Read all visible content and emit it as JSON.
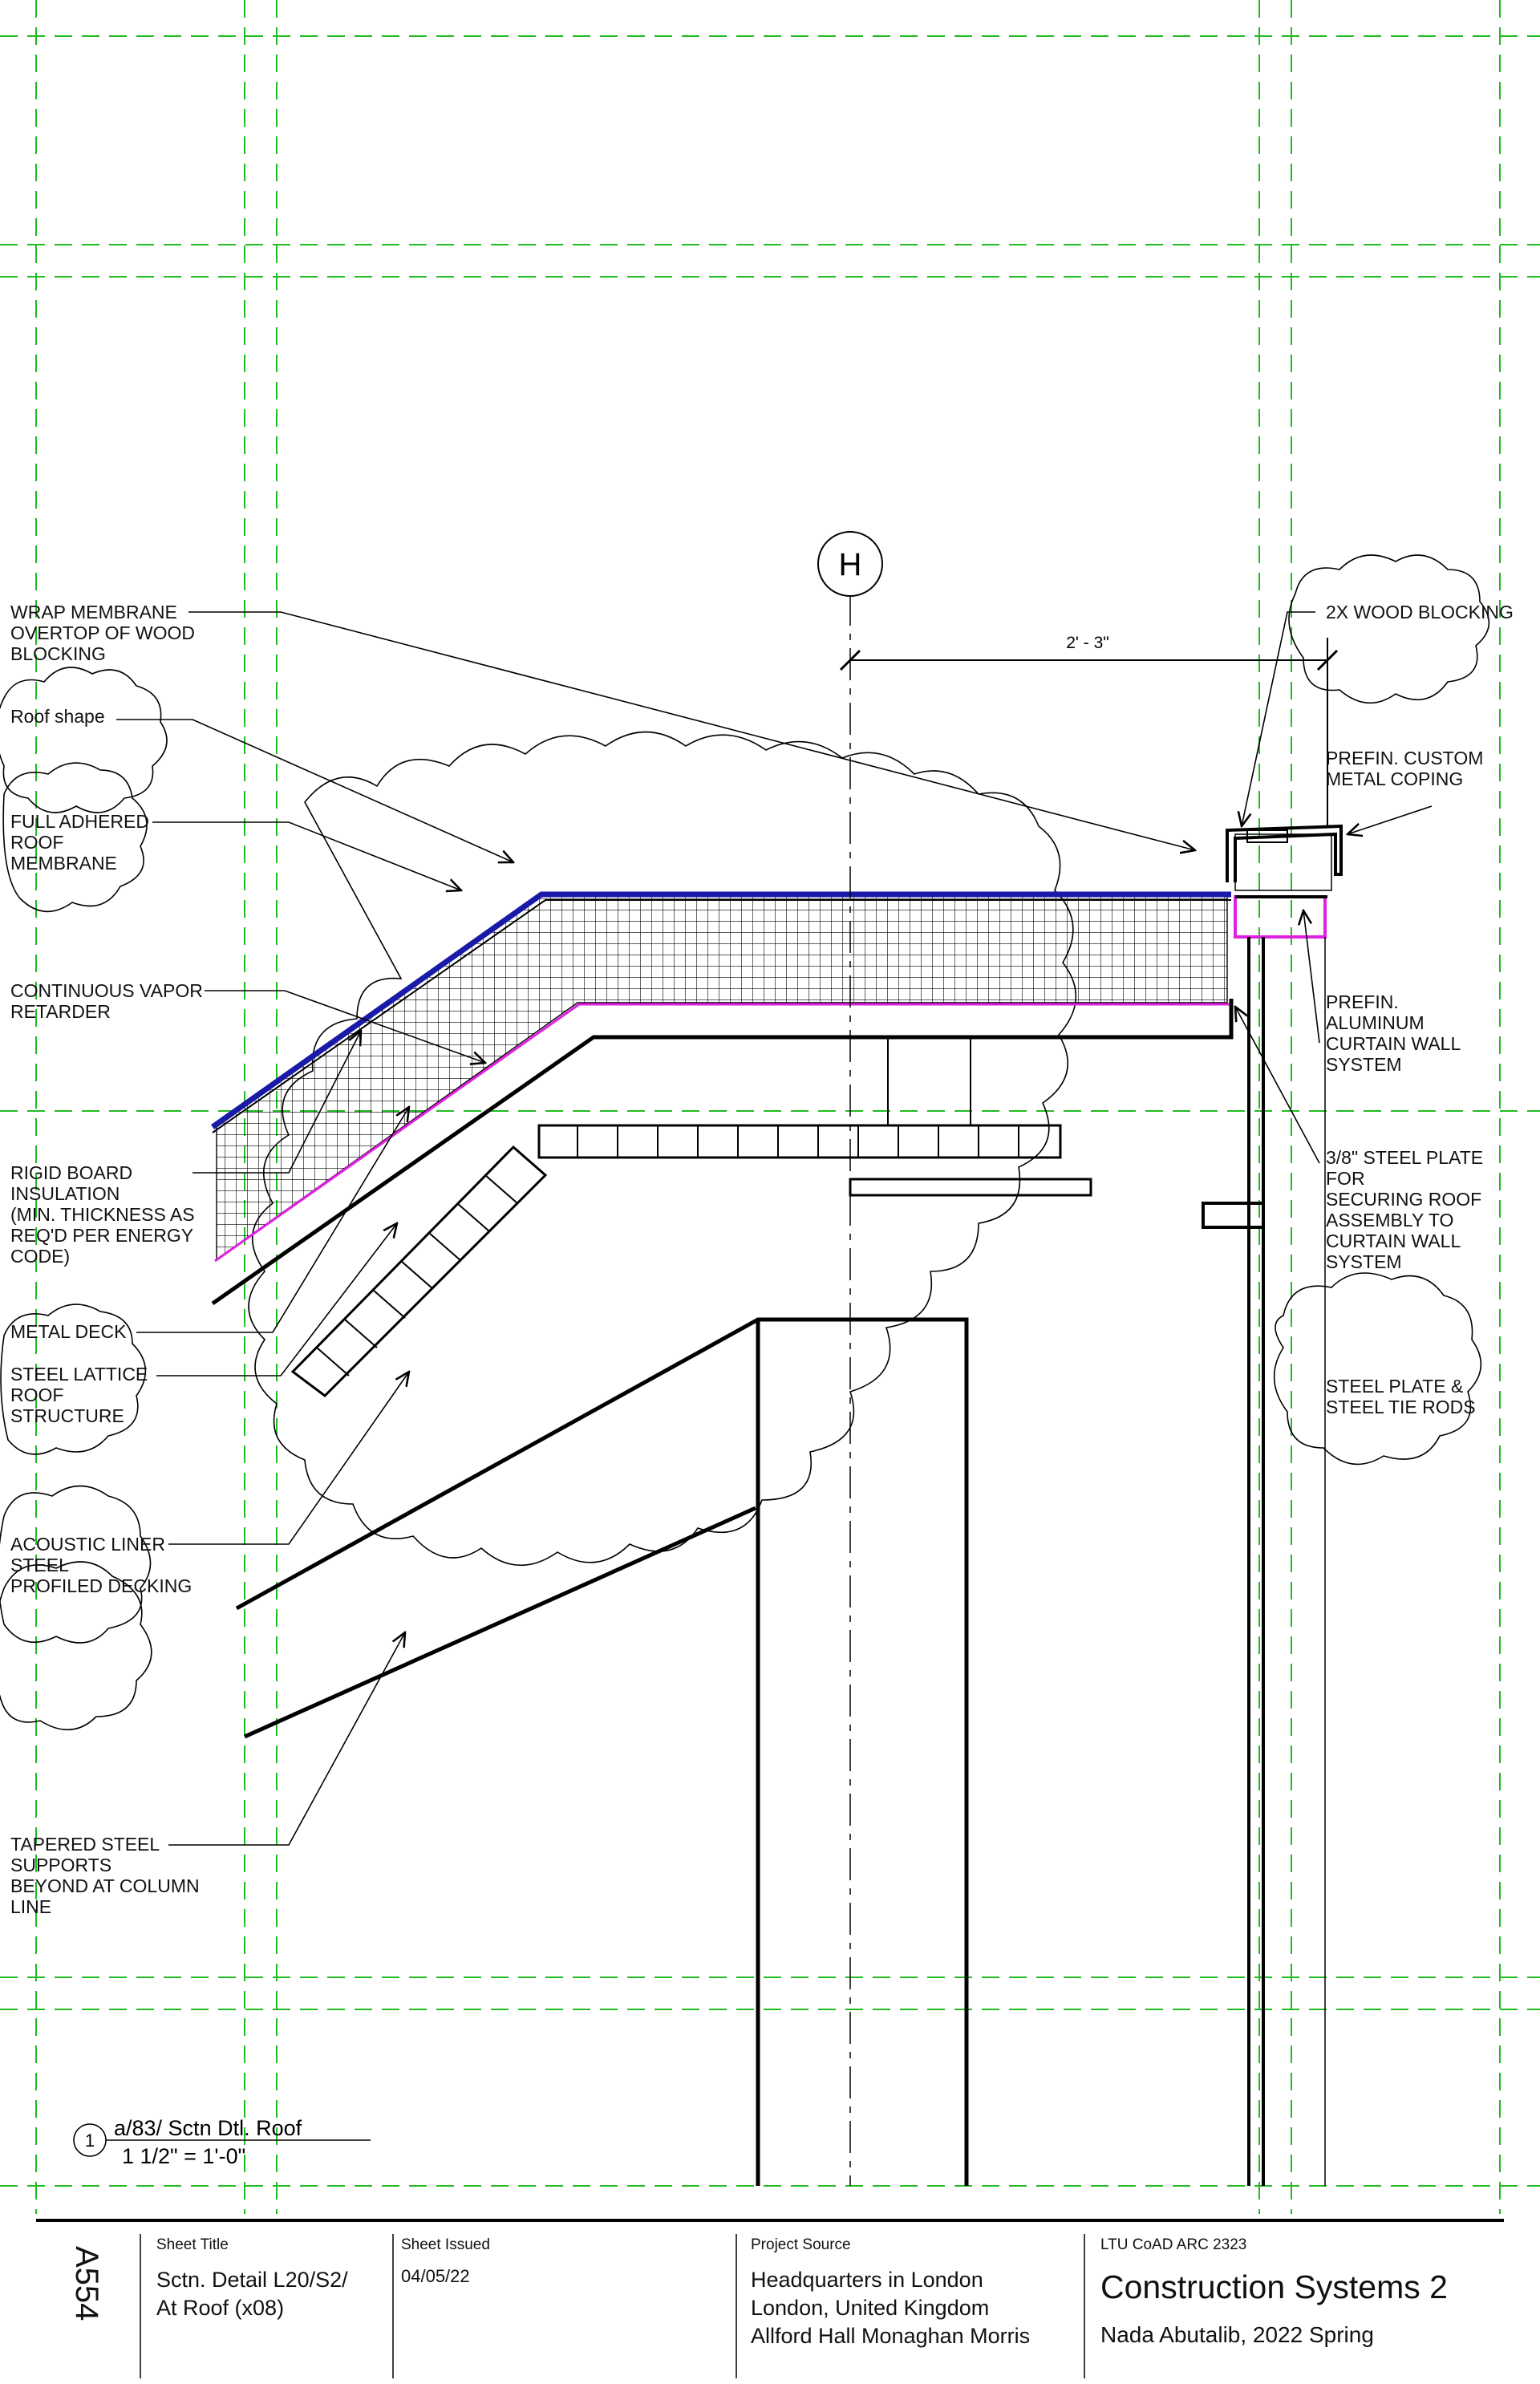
{
  "drawing": {
    "grid_bubble": "H",
    "dimension": "2' - 3\"",
    "view_number": "1",
    "view_title": "a/83/ Sctn Dtl. Roof",
    "view_scale": "1 1/2\" = 1'-0\"",
    "colors": {
      "grid_lines": "#22bb22",
      "membrane": "#1a1aa8",
      "vapor_retarder": "#e020e0",
      "linework": "#000000"
    }
  },
  "notes": {
    "left": [
      "WRAP MEMBRANE\nOVERTOP OF WOOD\nBLOCKING",
      "Roof shape",
      "FULL ADHERED\nROOF\nMEMBRANE",
      "CONTINUOUS VAPOR\nRETARDER",
      "RIGID BOARD\nINSULATION\n(MIN. THICKNESS AS\nREQ'D PER ENERGY\nCODE)",
      "METAL DECK",
      "STEEL LATTICE\nROOF\nSTRUCTURE",
      "ACOUSTIC LINER\nSTEEL\nPROFILED DECKING",
      "TAPERED STEEL\nSUPPORTS\nBEYOND AT COLUMN\nLINE"
    ],
    "right": [
      "2X WOOD BLOCKING",
      "PREFIN. CUSTOM\nMETAL COPING",
      "PREFIN.\nALUMINUM\nCURTAIN WALL\nSYSTEM",
      "3/8\" STEEL PLATE\nFOR\nSECURING ROOF\nASSEMBLY TO\nCURTAIN WALL\nSYSTEM",
      "STEEL PLATE &\nSTEEL TIE RODS"
    ]
  },
  "title_block": {
    "sheet_number": "A554",
    "sheet_title_label": "Sheet Title",
    "sheet_title": "Sctn. Detail L20/S2/\nAt Roof (x08)",
    "issued_label": "Sheet Issued",
    "issued": "04/05/22",
    "source_label": "Project Source",
    "source": "Headquarters in London\nLondon, United Kingdom\nAllford Hall Monaghan Morris",
    "course_code": "LTU CoAD ARC 2323",
    "course": "Construction Systems 2",
    "author": "Nada Abutalib, 2022 Spring"
  }
}
